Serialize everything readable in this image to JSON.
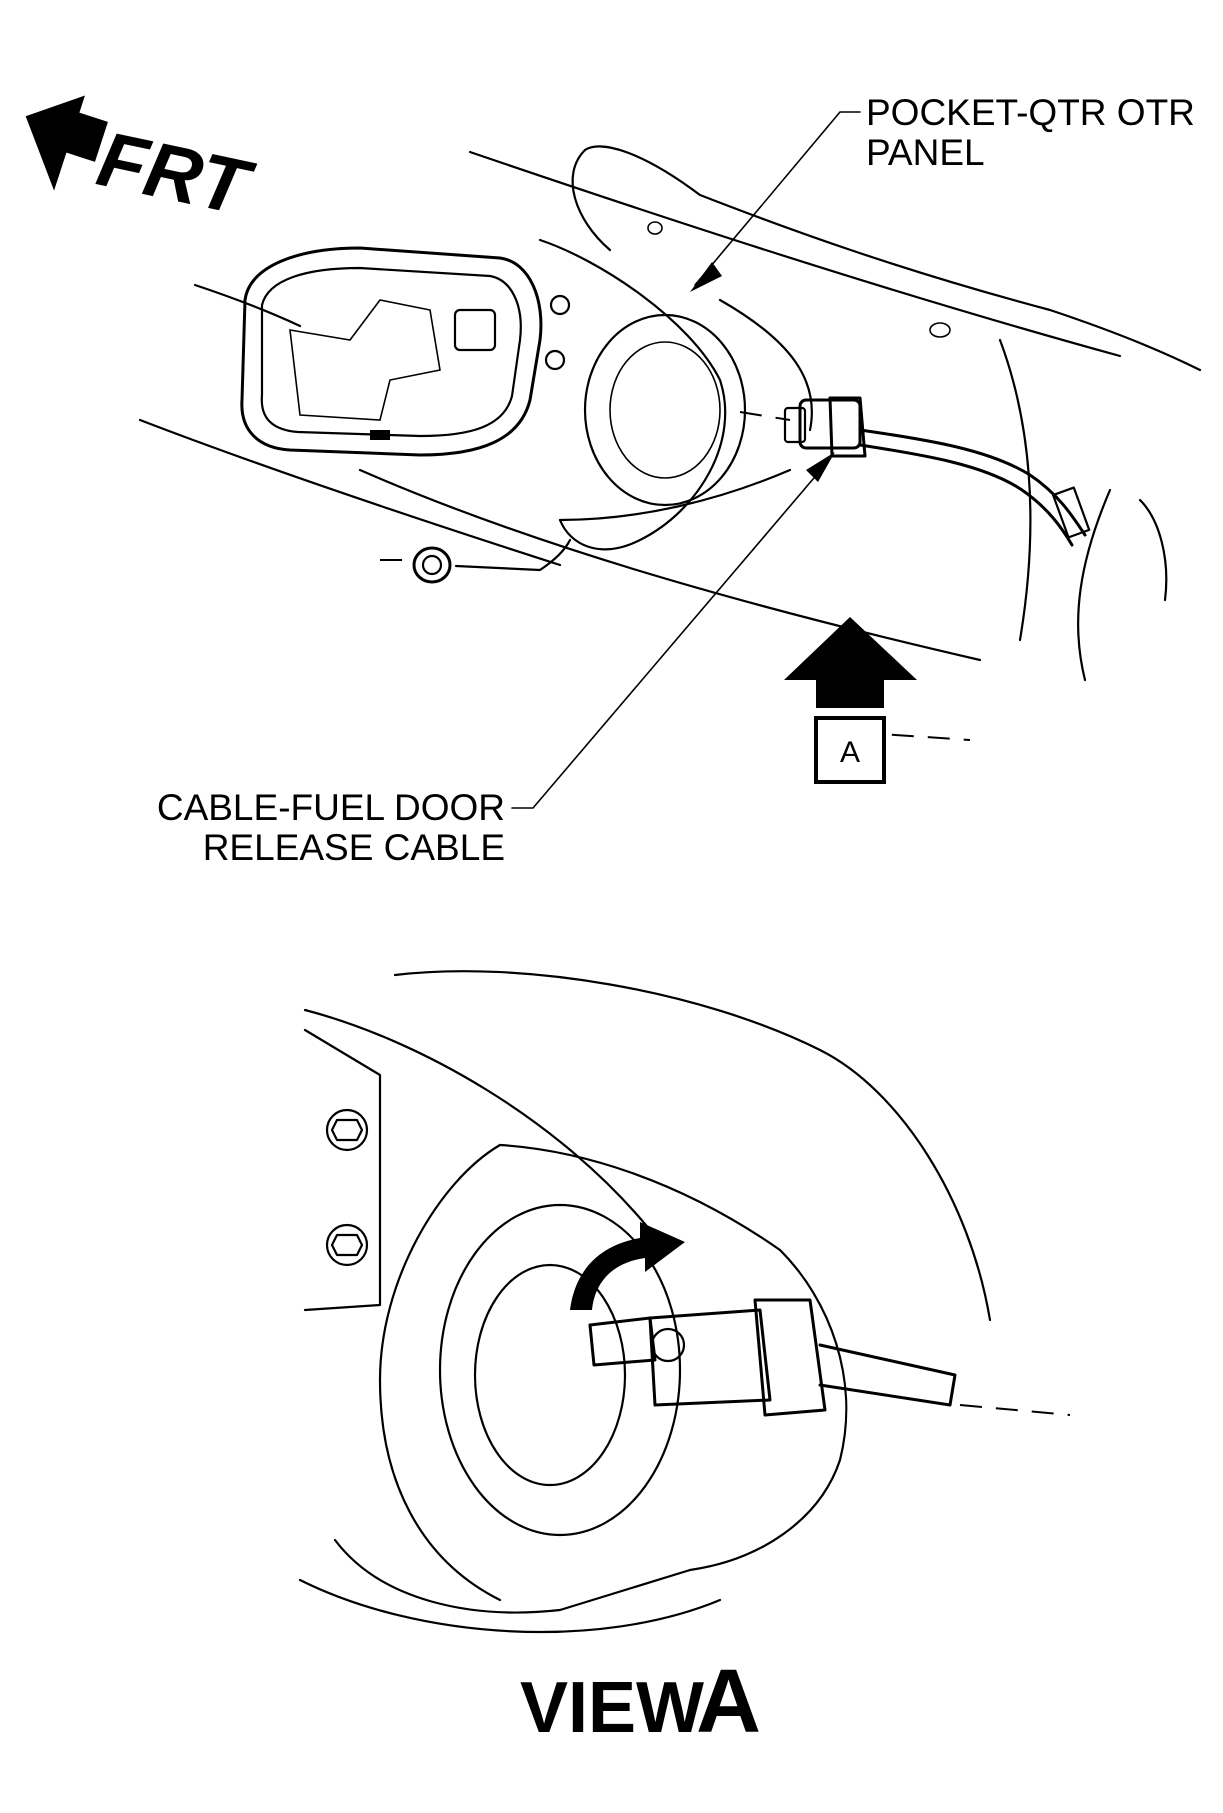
{
  "top_view": {
    "direction_label": "FRT",
    "callout_pocket_line1": "POCKET-QTR OTR",
    "callout_pocket_line2": "PANEL",
    "callout_cable_line1": "CABLE-FUEL DOOR",
    "callout_cable_line2": "RELEASE CABLE",
    "view_marker": "A"
  },
  "detail_view": {
    "title_word": "VIEW",
    "title_letter": "A"
  }
}
